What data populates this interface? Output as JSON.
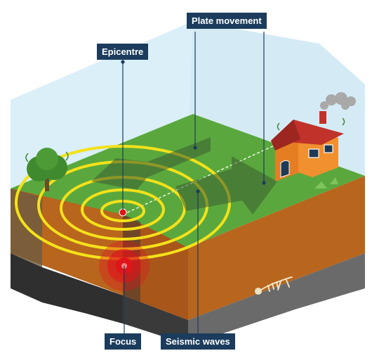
{
  "labels": {
    "plate_movement": "Plate movement",
    "epicentre": "Epicentre",
    "focus": "Focus",
    "seismic_waves": "Seismic waves"
  },
  "icons": [
    "tree-icon",
    "house-icon",
    "chimney-smoke-icon",
    "fossil-skeleton-icon",
    "plate-arrow-icon"
  ],
  "colors": {
    "label_bg": "#1b3c5c",
    "grass": "#5aa83d",
    "grass_dark": "#4e9636",
    "wave_yellow": "#f4e11a",
    "soil": "#b8651e",
    "soil_dark": "#8a4a17",
    "rock": "#3a3a3a",
    "sky": "#d4ecf6",
    "focus_red": "#e0141b",
    "house_wall": "#f0902e",
    "house_roof": "#c0322a"
  }
}
